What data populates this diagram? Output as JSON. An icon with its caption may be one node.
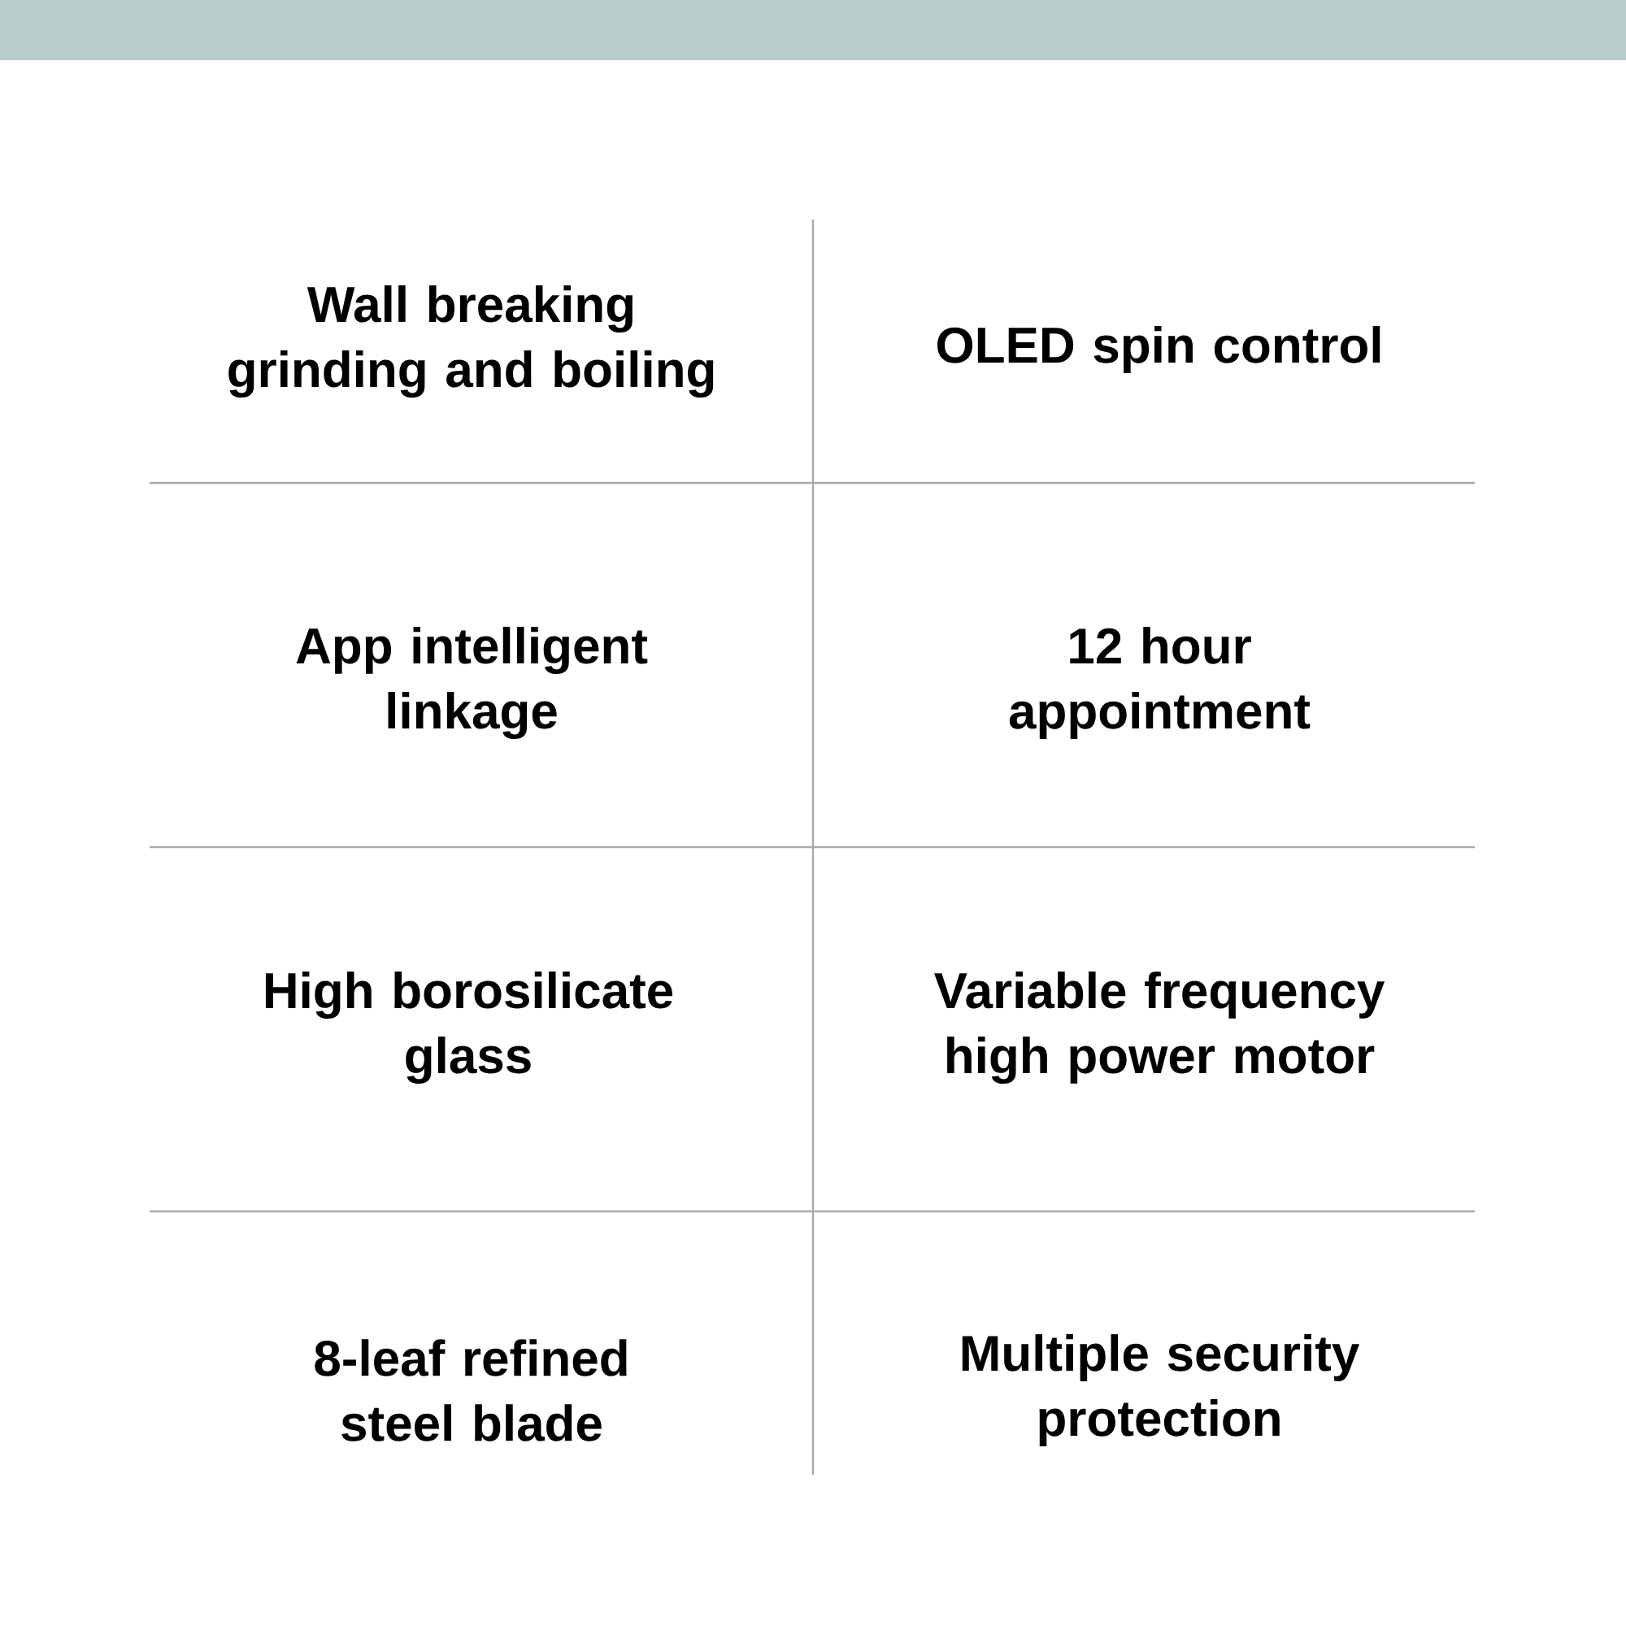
{
  "diagram": {
    "labels": [
      "Wall breaking grinding and boiling",
      "OLED spin control",
      "App intelligent linkage",
      "12 hour appointment",
      "High borosilicate glass",
      "Variable frequency high power motor",
      "8-leaf refined steel blade",
      "Multiple security protection"
    ]
  }
}
